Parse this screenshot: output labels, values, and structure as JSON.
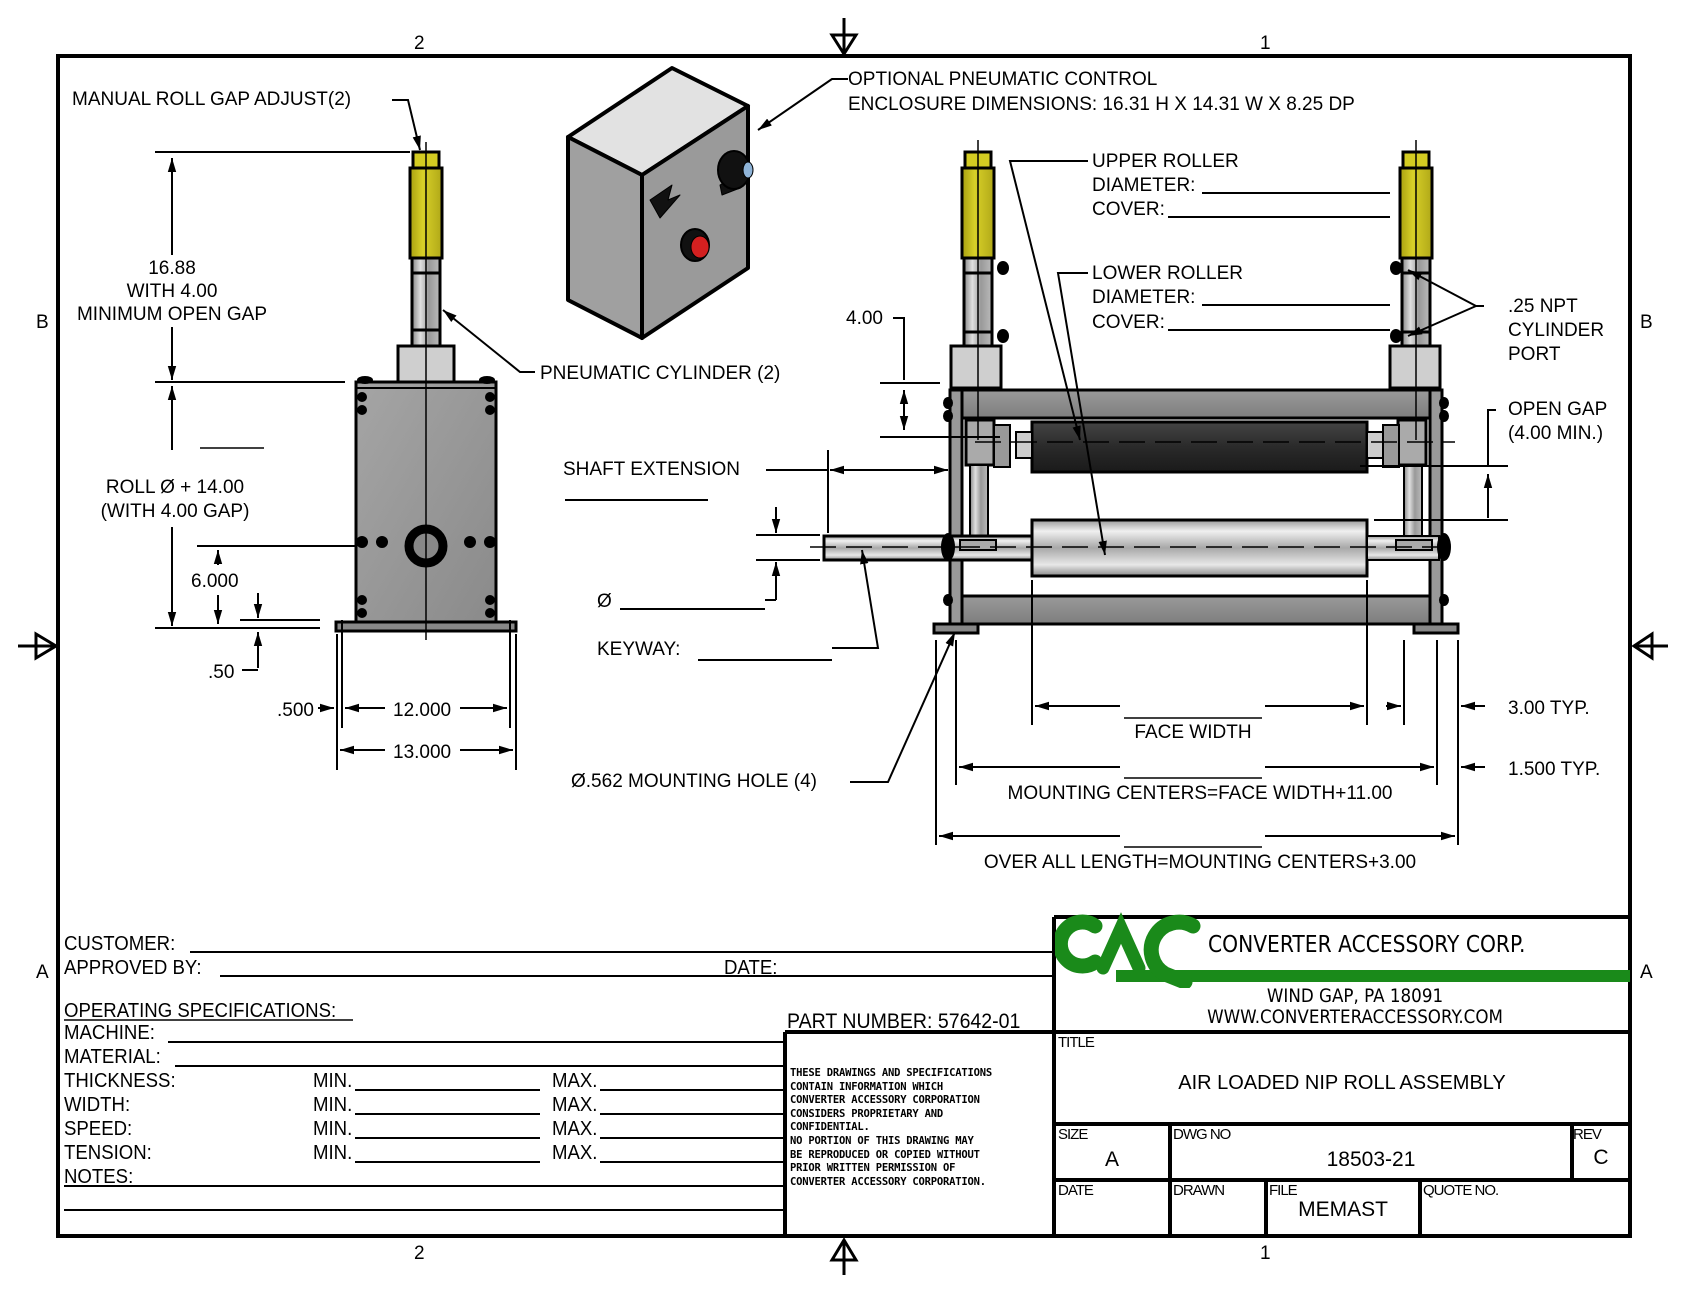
{
  "border": {
    "zones_top": [
      "2",
      "1"
    ],
    "zones_bottom": [
      "2",
      "1"
    ],
    "zones_left": [
      "B",
      "A"
    ],
    "zones_right": [
      "B",
      "A"
    ]
  },
  "side_view": {
    "manual_adjust_label": "MANUAL ROLL GAP ADJUST(2)",
    "height_dim": [
      "16.88",
      "WITH 4.00",
      "MINIMUM OPEN GAP"
    ],
    "pneumatic_cylinder_label": "PNEUMATIC CYLINDER (2)",
    "roll_dim": [
      "ROLL Ø + 14.00",
      "(WITH 4.00 GAP)"
    ],
    "shaft_height": "6.000",
    "base_thickness": ".50",
    "flange": ".500",
    "inner_width": "12.000",
    "outer_width": "13.000"
  },
  "enclosure": {
    "label_line1": "OPTIONAL PNEUMATIC CONTROL",
    "label_line2": "ENCLOSURE DIMENSIONS: 16.31 H X 14.31 W X 8.25 DP",
    "colors": {
      "body": "#9a9a9a",
      "top": "#e2e2e2",
      "red_button": "#d42020",
      "blue_lens": "#8fb4d8"
    }
  },
  "front_view": {
    "upper_roller": {
      "title": "UPPER ROLLER",
      "diameter_label": "DIAMETER:",
      "cover_label": "COVER:"
    },
    "lower_roller": {
      "title": "LOWER ROLLER",
      "diameter_label": "DIAMETER:",
      "cover_label": "COVER:"
    },
    "gap_dim": "4.00",
    "npt_port": [
      ".25 NPT",
      "CYLINDER",
      "PORT"
    ],
    "open_gap": [
      "OPEN GAP",
      "(4.00 MIN.)"
    ],
    "shaft_extension": "SHAFT EXTENSION",
    "diameter_symbol": "Ø",
    "keyway": "KEYWAY:",
    "mounting_hole": "Ø.562 MOUNTING HOLE (4)",
    "face_width": "FACE WIDTH",
    "mounting_centers": "MOUNTING CENTERS=FACE WIDTH+11.00",
    "overall_length": "OVER ALL LENGTH=MOUNTING CENTERS+3.00",
    "typ_300": "3.00 TYP.",
    "typ_1500": "1.500 TYP.",
    "colors": {
      "cylinder": "#d4cc22",
      "frame": "#8e8e8e",
      "upper_roll": "#2a2a2a",
      "lower_roll": "#c8c8c8"
    }
  },
  "form": {
    "customer": "CUSTOMER:",
    "approved_by": "APPROVED BY:",
    "date": "DATE:",
    "operating_specs": "OPERATING SPECIFICATIONS:",
    "machine": "MACHINE:",
    "material": "MATERIAL:",
    "rows": [
      {
        "label": "THICKNESS:",
        "min": "MIN.",
        "max": "MAX."
      },
      {
        "label": "WIDTH:",
        "min": "MIN.",
        "max": "MAX."
      },
      {
        "label": "SPEED:",
        "min": "MIN.",
        "max": "MAX."
      },
      {
        "label": "TENSION:",
        "min": "MIN.",
        "max": "MAX."
      }
    ],
    "notes": "NOTES:",
    "part_number": "PART NUMBER: 57642-01"
  },
  "notice": [
    "THESE DRAWINGS AND SPECIFICATIONS",
    "CONTAIN INFORMATION WHICH",
    "CONVERTER ACCESSORY CORPORATION",
    "CONSIDERS PROPRIETARY AND",
    "CONFIDENTIAL.",
    "NO PORTION OF THIS DRAWING MAY",
    "BE REPRODUCED OR COPIED WITHOUT",
    "PRIOR WRITTEN PERMISSION OF",
    "CONVERTER ACCESSORY CORPORATION."
  ],
  "title_block": {
    "logo_text": "CAC",
    "company": "CONVERTER ACCESSORY CORP.",
    "address": "WIND GAP, PA 18091",
    "website": "WWW.CONVERTERACCESSORY.COM",
    "brand_color": "#1a8a1a",
    "title_label": "TITLE",
    "title": "AIR LOADED NIP ROLL ASSEMBLY",
    "size_label": "SIZE",
    "size": "A",
    "dwg_no_label": "DWG NO",
    "dwg_no": "18503-21",
    "rev_label": "REV",
    "rev": "C",
    "date_label": "DATE",
    "drawn_label": "DRAWN",
    "file_label": "FILE",
    "file": "MEMAST",
    "quote_label": "QUOTE NO."
  }
}
